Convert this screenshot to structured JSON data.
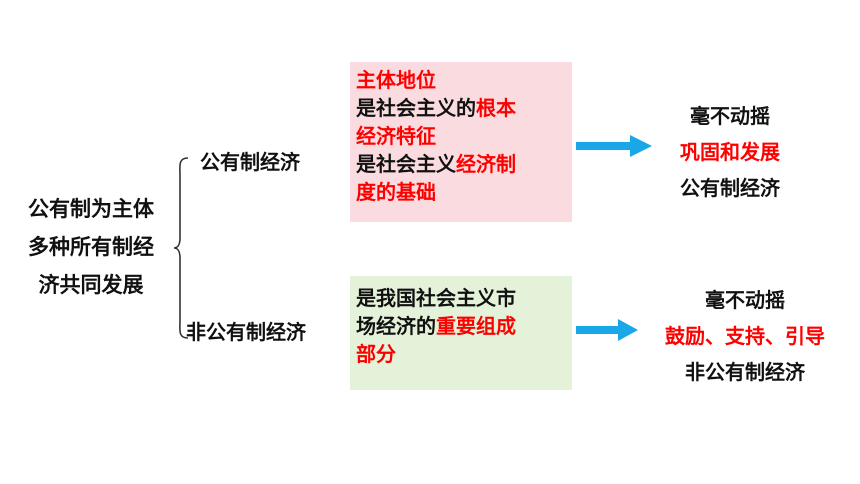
{
  "root": {
    "lines": [
      "公有制为主体",
      "多种所有制经",
      "济共同发展"
    ]
  },
  "branches": {
    "public": "公有制经济",
    "nonpublic": "非公有制经济"
  },
  "public_box": {
    "l1": "主体地位",
    "l2a": "是社会主义的",
    "l2b": "根本",
    "l3": "经济特征",
    "l4a": "是社会主义",
    "l4b": "经济制",
    "l5": "度的基础"
  },
  "nonpublic_box": {
    "l1": "是我国社会主义市",
    "l2a": "场经济的",
    "l2b": "重要组成",
    "l3": "部分"
  },
  "public_result": {
    "l1": "毫不动摇",
    "l2": "巩固和发展",
    "l3": "公有制经济"
  },
  "nonpublic_result": {
    "l1": "毫不动摇",
    "l2": "鼓励、支持、引导",
    "l3": "非公有制经济"
  },
  "colors": {
    "emphasis": "#ff0000",
    "arrow": "#1aa7e8",
    "public_box_bg": "#f9dbe0",
    "nonpublic_box_bg": "#e3f2d9"
  }
}
